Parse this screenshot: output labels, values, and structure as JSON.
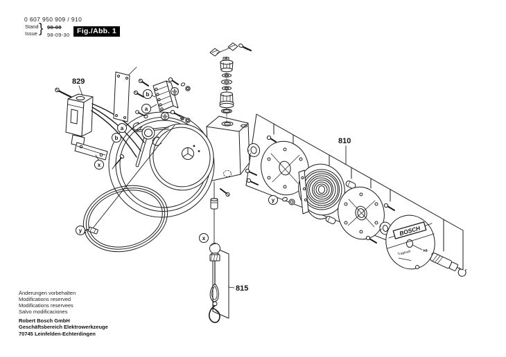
{
  "header": {
    "part_number": "0 607 950 909 / 910",
    "stand_label": "Stand",
    "issue_label": "Issue",
    "brace": "}",
    "old_date": "98-08",
    "issue_date": "98-09-30",
    "figure_label": "Fig./Abb. 1"
  },
  "diagram": {
    "part_labels": {
      "switch": "829",
      "spring_pack": "810",
      "cable_assembly": "815"
    },
    "callouts": {
      "a": "a",
      "b": "b",
      "x": "x",
      "y": "y"
    },
    "disc": {
      "brand": "BOSCH",
      "capacity_label": "Tragkraft",
      "unit": "kg"
    }
  },
  "footer": {
    "notices": [
      "Änderungen vorbehalten",
      "Modifications reserved",
      "Modifications reservees",
      "Salvo modificaciones"
    ],
    "company": "Robert Bosch GmbH",
    "division": "Geschäftsbereich Elektrowerkzeuge",
    "address": "70745 Leinfelden-Echterdingen"
  },
  "colors": {
    "ink": "#1a1a1a",
    "background": "#ffffff",
    "figure_box_bg": "#000000",
    "figure_box_text": "#ffffff"
  }
}
